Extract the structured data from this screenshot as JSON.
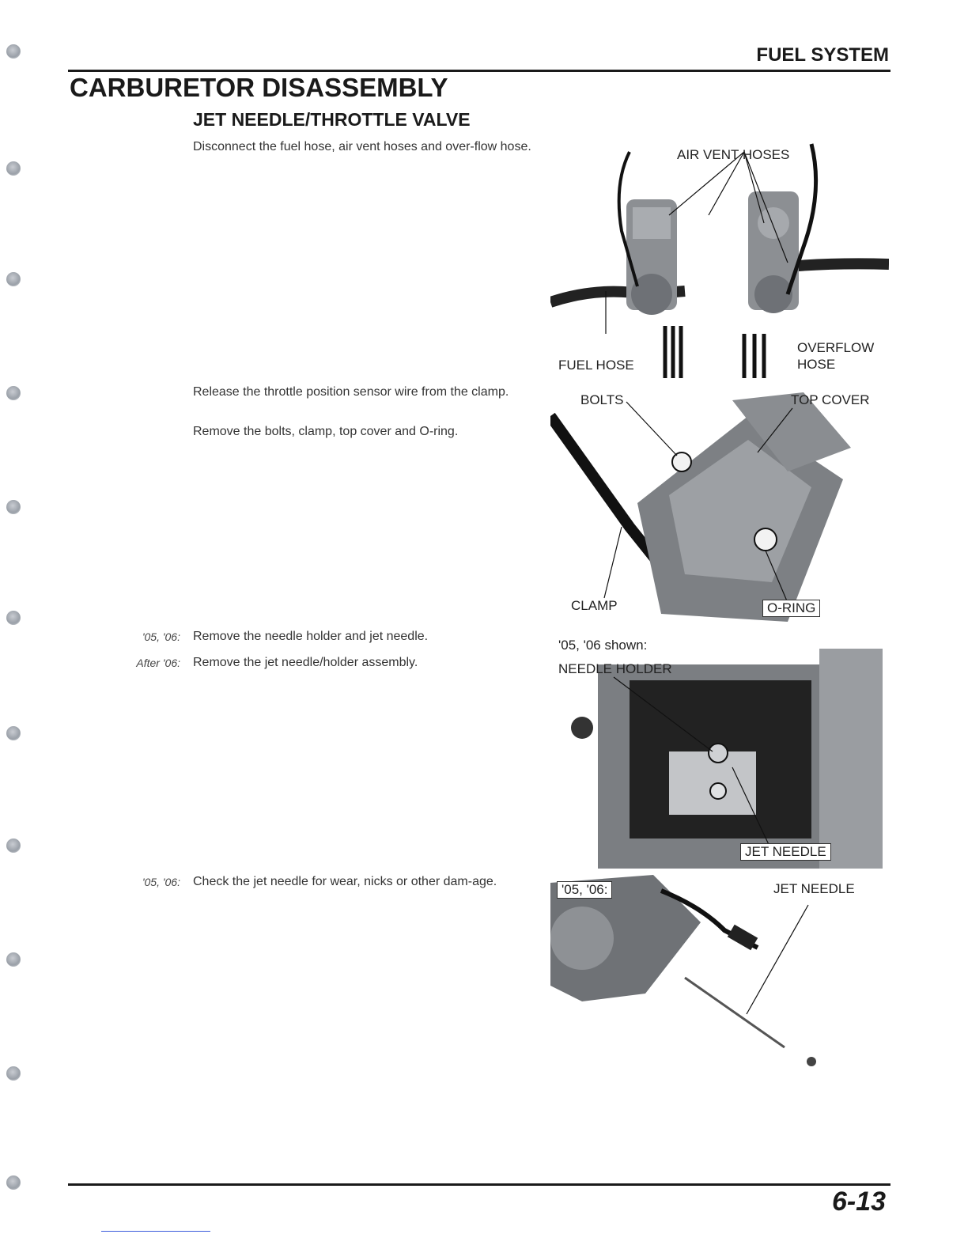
{
  "header": {
    "section": "FUEL SYSTEM"
  },
  "title": "CARBURETOR DISASSEMBLY",
  "subtitle": "JET NEEDLE/THROTTLE VALVE",
  "steps": [
    {
      "text": "Disconnect the fuel hose, air vent hoses and over-flow hose."
    },
    {
      "text": "Release the throttle position sensor wire from the clamp."
    },
    {
      "text": "Remove the bolts, clamp, top cover and O-ring."
    },
    {
      "model": "'05, '06:",
      "text": "Remove the needle holder and jet needle."
    },
    {
      "model": "After '06:",
      "text": "Remove the jet needle/holder assembly."
    },
    {
      "model": "'05, '06:",
      "text": "Check the jet needle for wear, nicks or other dam-age."
    }
  ],
  "figures": {
    "fig1": {
      "air_vent_hoses": "AIR VENT HOSES",
      "fuel_hose": "FUEL HOSE",
      "overflow_hose_1": "OVERFLOW",
      "overflow_hose_2": "HOSE"
    },
    "fig2": {
      "bolts": "BOLTS",
      "top_cover": "TOP COVER",
      "clamp": "CLAMP",
      "o_ring": "O-RING"
    },
    "fig3": {
      "shown": "'05, '06 shown:",
      "needle_holder": "NEEDLE HOLDER",
      "jet_needle": "JET NEEDLE"
    },
    "fig4": {
      "model": "'05, '06:",
      "jet_needle": "JET NEEDLE"
    }
  },
  "footer": {
    "page": "6-13"
  }
}
